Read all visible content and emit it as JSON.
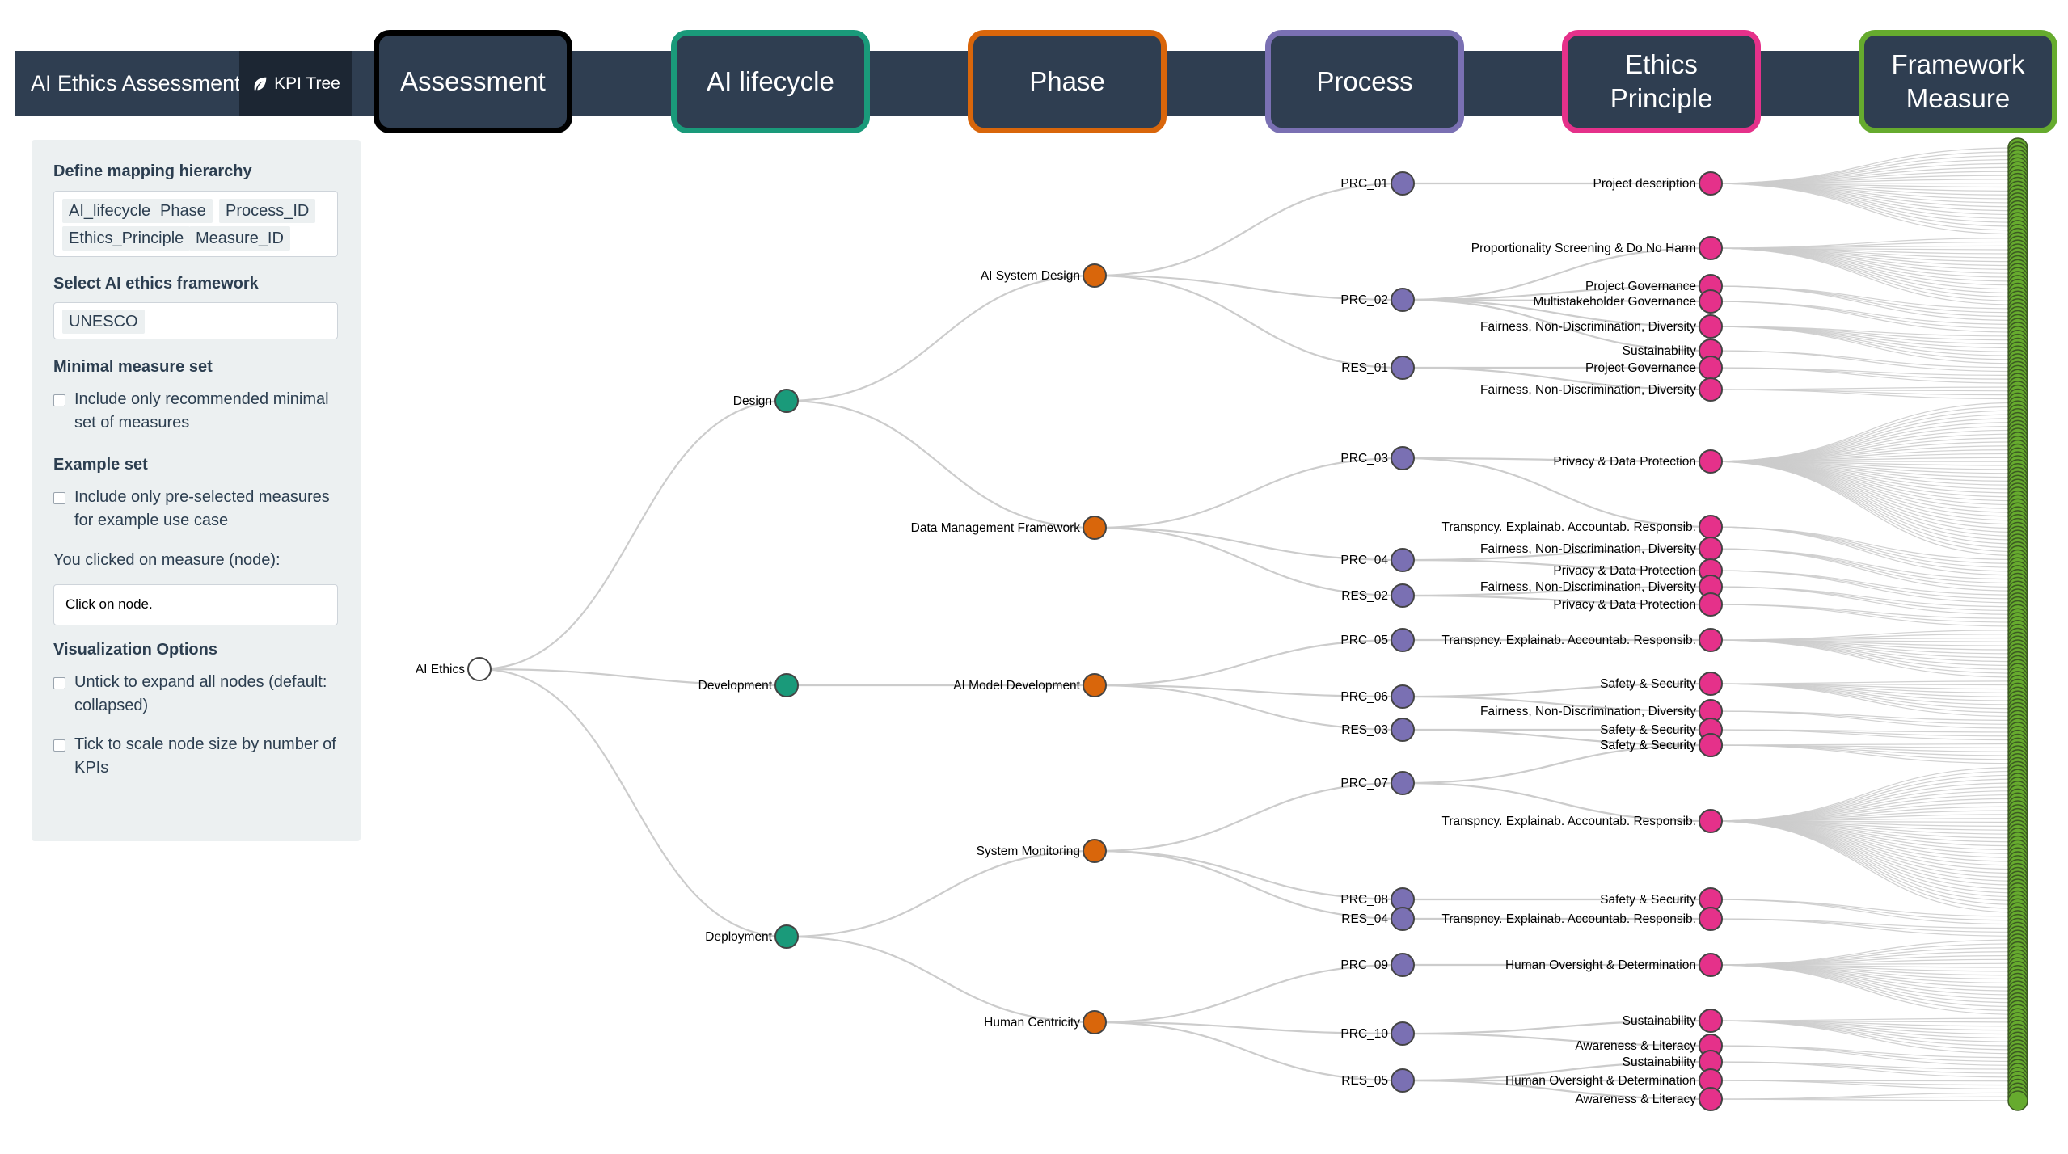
{
  "app": {
    "title": "AI Ethics Assessment",
    "tab": "KPI Tree"
  },
  "columns": [
    {
      "label": "Assessment",
      "color": "#000000",
      "center": 585
    },
    {
      "label": "AI lifecycle",
      "color": "#1a9a7a",
      "center": 953
    },
    {
      "label": "Phase",
      "color": "#d9660b",
      "center": 1320
    },
    {
      "label": "Process",
      "color": "#7a70b3",
      "center": 1688
    },
    {
      "label": "Ethics\nPrinciple",
      "color": "#e5318a",
      "center": 2055
    },
    {
      "label": "Framework\nMeasure",
      "color": "#66ab2e",
      "center": 2422
    }
  ],
  "sidebar": {
    "hierarchy_label": "Define mapping hierarchy",
    "hierarchy_items": [
      "AI_lifecycle",
      "Phase",
      "Process_ID",
      "Ethics_Principle",
      "Measure_ID"
    ],
    "framework_label": "Select AI ethics framework",
    "framework_value": "UNESCO",
    "minimal_label": "Minimal measure set",
    "minimal_text": "Include only recommended minimal set of measures",
    "example_label": "Example set",
    "example_text": "Include only pre-selected measures for example use case",
    "clicked_label": "You clicked on measure (node):",
    "clicked_value": "Click on node.",
    "viz_label": "Visualization Options",
    "viz_opt1": "Untick to expand all nodes (default: collapsed)",
    "viz_opt2": "Tick to scale node size by number of KPIs"
  },
  "colors": {
    "root": "#ffffff",
    "lifecycle": "#1a9a7a",
    "phase": "#d9660b",
    "process": "#7a70b3",
    "principle": "#e5318a",
    "measure": "#66ab2e",
    "link": "#cccccc"
  },
  "tree": {
    "root": "AI Ethics",
    "lifecycle": [
      {
        "name": "Design",
        "phases": [
          {
            "name": "AI System Design",
            "processes": [
              {
                "id": "PRC_01",
                "principles": [
                  {
                    "name": "Project description",
                    "measures": 23
                  }
                ]
              },
              {
                "id": "PRC_02",
                "principles": [
                  {
                    "name": "Proportionality Screening & Do No Harm",
                    "measures": 18
                  },
                  {
                    "name": "Project Governance",
                    "measures": 4
                  },
                  {
                    "name": "Multistakeholder Governance",
                    "measures": 3
                  },
                  {
                    "name": "Fairness, Non-Discrimination, Diversity",
                    "measures": 8
                  },
                  {
                    "name": "Sustainability",
                    "measures": 2
                  }
                ]
              },
              {
                "id": "RES_01",
                "principles": [
                  {
                    "name": "Project Governance",
                    "measures": 3
                  },
                  {
                    "name": "Fairness, Non-Discrimination, Diversity",
                    "measures": 4
                  }
                ]
              }
            ]
          },
          {
            "name": "Data Management Framework",
            "processes": [
              {
                "id": "PRC_03",
                "principles": [
                  {
                    "name": "Privacy & Data Protection",
                    "measures": 40
                  },
                  {
                    "name": "Transpncy. Explainab. Accountab. Responsib.",
                    "measures": 5
                  }
                ]
              },
              {
                "id": "PRC_04",
                "principles": [
                  {
                    "name": "Fairness, Non-Discrimination, Diversity",
                    "measures": 4
                  },
                  {
                    "name": "Privacy & Data Protection",
                    "measures": 3
                  }
                ]
              },
              {
                "id": "RES_02",
                "principles": [
                  {
                    "name": "Fairness, Non-Discrimination, Diversity",
                    "measures": 3
                  },
                  {
                    "name": "Privacy & Data Protection",
                    "measures": 3
                  }
                ]
              }
            ]
          }
        ]
      },
      {
        "name": "Development",
        "phases": [
          {
            "name": "AI Model Development",
            "processes": [
              {
                "id": "PRC_05",
                "principles": [
                  {
                    "name": "Transpncy. Explainab. Accountab. Responsib.",
                    "measures": 13
                  }
                ]
              },
              {
                "id": "PRC_06",
                "principles": [
                  {
                    "name": "Safety & Security",
                    "measures": 10
                  },
                  {
                    "name": "Fairness, Non-Discrimination, Diversity",
                    "measures": 3
                  }
                ]
              },
              {
                "id": "RES_03",
                "principles": [
                  {
                    "name": "Safety & Security",
                    "measures": 3
                  },
                  {
                    "name": "Safety & Security",
                    "measures": 2
                  }
                ]
              }
            ]
          }
        ]
      },
      {
        "name": "Deployment",
        "phases": [
          {
            "name": "System Monitoring",
            "processes": [
              {
                "id": "PRC_07",
                "principles": [
                  {
                    "name": "Safety & Security",
                    "measures": 4
                  },
                  {
                    "name": "Transpncy. Explainab. Accountab. Responsib.",
                    "measures": 38
                  }
                ]
              },
              {
                "id": "PRC_08",
                "principles": [
                  {
                    "name": "Safety & Security",
                    "measures": 3
                  }
                ]
              },
              {
                "id": "RES_04",
                "principles": [
                  {
                    "name": "Transpncy. Explainab. Accountab. Responsib.",
                    "measures": 3
                  }
                ]
              }
            ]
          },
          {
            "name": "Human Centricity",
            "processes": [
              {
                "id": "PRC_09",
                "principles": [
                  {
                    "name": "Human Oversight & Determination",
                    "measures": 20
                  }
                ]
              },
              {
                "id": "PRC_10",
                "principles": [
                  {
                    "name": "Sustainability",
                    "measures": 10
                  },
                  {
                    "name": "Awareness & Literacy",
                    "measures": 3
                  }
                ]
              },
              {
                "id": "RES_05",
                "principles": [
                  {
                    "name": "Sustainability",
                    "measures": 3
                  },
                  {
                    "name": "Human Oversight & Determination",
                    "measures": 3
                  },
                  {
                    "name": "Awareness & Literacy",
                    "measures": 3
                  }
                ]
              }
            ]
          }
        ]
      }
    ]
  }
}
